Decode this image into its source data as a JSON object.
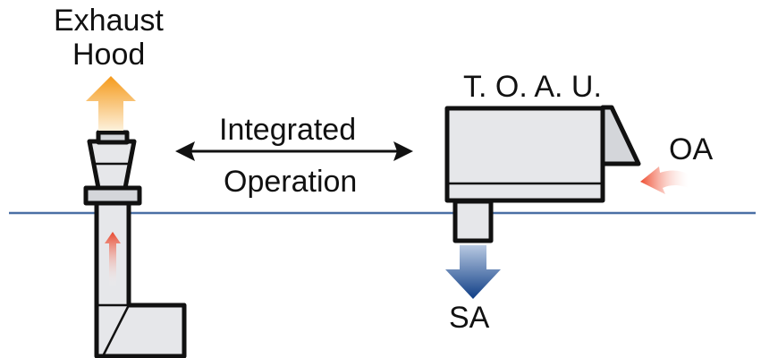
{
  "labels": {
    "exhaust_line1": "Exhaust",
    "exhaust_line2": "Hood",
    "toau": "T. O. A. U.",
    "integrated": "Integrated",
    "operation": "Operation",
    "oa": "OA",
    "sa": "SA"
  },
  "colors": {
    "outline": "#111111",
    "unit_fill": "#e6e7ea",
    "unit_fill_dark": "#c9cbcf",
    "floor_line": "#4a6fa5",
    "exhaust_arrow_top": "#f59a1b",
    "exhaust_arrow_bottom": "#fdf1dc",
    "supply_arrow_top": "#b8c9e2",
    "supply_arrow_bottom": "#0f3e86",
    "outdoor_arrow": "#ee4a2d",
    "duct_airflow_arrow": "#e8462c"
  },
  "icons": {
    "exhaust_airflow": "up-arrow-icon",
    "supply_airflow": "down-arrow-icon",
    "outdoor_airflow": "curved-arrow-icon",
    "integration": "double-headed-arrow-icon"
  }
}
